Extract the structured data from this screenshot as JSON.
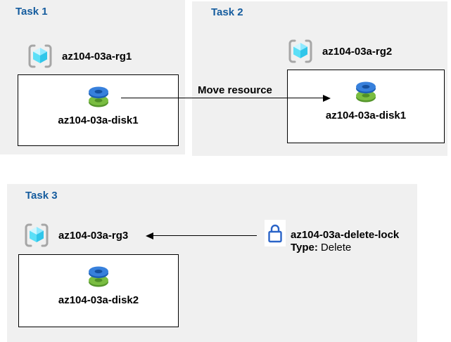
{
  "colors": {
    "panel_bg": "#F0F0F0",
    "heading_blue": "#155C9E",
    "text_black": "#000000",
    "lock_blue": "#2A64C8",
    "disk_blue": "#3780DC",
    "disk_green": "#7ABD41",
    "cube_cyan": "#5BDFF7",
    "bracket_gray": "#A6A6A6"
  },
  "icons": {
    "resource_group": "resource-group-icon",
    "disk": "disk-icon",
    "lock": "lock-icon"
  },
  "tasks": [
    {
      "title": "Task 1",
      "resource_group": "az104-03a-rg1",
      "resource": "az104-03a-disk1"
    },
    {
      "title": "Task 2",
      "resource_group": "az104-03a-rg2",
      "resource": "az104-03a-disk1"
    },
    {
      "title": "Task 3",
      "resource_group": "az104-03a-rg3",
      "resource": "az104-03a-disk2"
    }
  ],
  "move_arrow": {
    "label": "Move resource"
  },
  "lock": {
    "name": "az104-03a-delete-lock",
    "type_label": "Type:",
    "type_value": "Delete"
  }
}
